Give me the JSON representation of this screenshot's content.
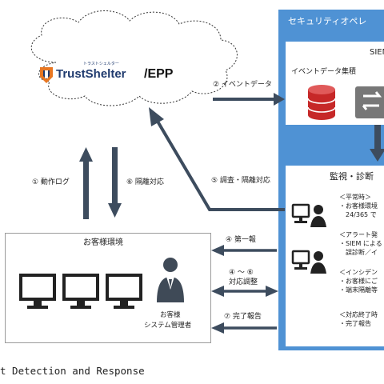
{
  "logo": {
    "ruby": "トラストシェルター",
    "brand": "TrustShelter",
    "suffix": "/EPP"
  },
  "soc": {
    "title": "セキュリティオペレ",
    "siem": {
      "label": "SIEM",
      "event_store": "イベントデータ集積"
    },
    "monitor": {
      "title": "監視・診断",
      "lines": [
        "＜平常時＞",
        "・お客様環境",
        "24/365 で",
        "＜アラート発",
        "・SIEM による",
        "誤診断／イ",
        "＜インシデン",
        "・お客様にご",
        "・端末隔離等",
        "＜対応終了時",
        "・完了報告"
      ]
    }
  },
  "flows": {
    "event_data": "② イベントデータ",
    "investigate": "⑤ 調査・隔離対応",
    "action_log": "① 動作ログ",
    "isolation": "⑥ 隔離対応",
    "first_report": "④ 第一報",
    "adjust_num": "④ 〜 ⑥",
    "adjust": "対応調整",
    "completion": "⑦ 完了報告"
  },
  "customer": {
    "title": "お客様環境",
    "admin": [
      "お客様",
      "システム管理者"
    ]
  },
  "footer": "t Detection and Response",
  "colors": {
    "soc_blue": "#4f92d4",
    "arrow_dark": "#3d4c5e",
    "db_red": "#c62828",
    "logo_orange": "#e87722",
    "logo_navy": "#1f3a6e",
    "person": "#3f4a57"
  }
}
